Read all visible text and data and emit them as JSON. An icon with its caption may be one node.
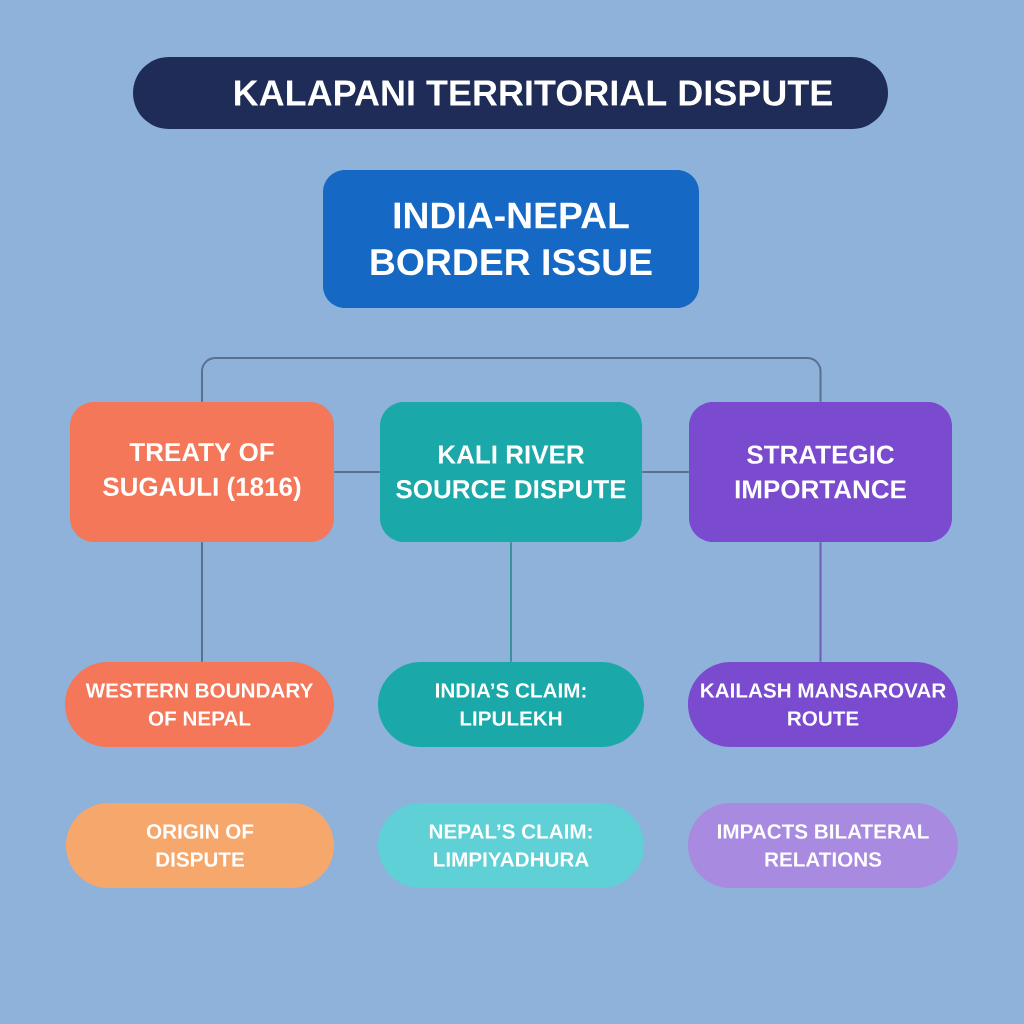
{
  "diagram": {
    "title": "KALAPANI TERRITORIAL DISPUTE",
    "nodes": [
      {
        "text": [
          "INDIA-NEPAL BORDER ISSUE"
        ]
      },
      {
        "text": [
          "TREATY OF SUGAULI (1816)"
        ]
      },
      {
        "text": [
          "KALI RIVER SOURCE DISPUTE"
        ]
      },
      {
        "text": [
          "STRATEGIC IMPORTANCE"
        ]
      },
      {
        "text": [
          "WESTERN BOUNDARY OF NEPAL"
        ]
      },
      {
        "text": [
          "INDIA’S CLAIM: LIPULEKH"
        ]
      },
      {
        "text": [
          "KAILASH MANSAROVAR ROUTE"
        ]
      },
      {
        "text": [
          "ORIGIN OF DISPUTE"
        ]
      },
      {
        "text": [
          "NEPAL’S CLAIM: LIMPIYADHURA"
        ]
      },
      {
        "text": [
          "IMPACTS BILATERAL RELATIONS"
        ]
      }
    ],
    "edges": [
      {
        "from": 1,
        "to": 3,
        "arrow": "none"
      },
      {
        "from": 1,
        "to": 2,
        "arrow": "none"
      },
      {
        "from": 2,
        "to": 3,
        "arrow": "none"
      },
      {
        "from": 1,
        "to": 4,
        "arrow": "none"
      },
      {
        "from": 2,
        "to": 5,
        "arrow": "none",
        "color": "#3a939c"
      },
      {
        "from": 3,
        "to": 6,
        "arrow": "none",
        "color": "#6b5db5"
      }
    ]
  }
}
